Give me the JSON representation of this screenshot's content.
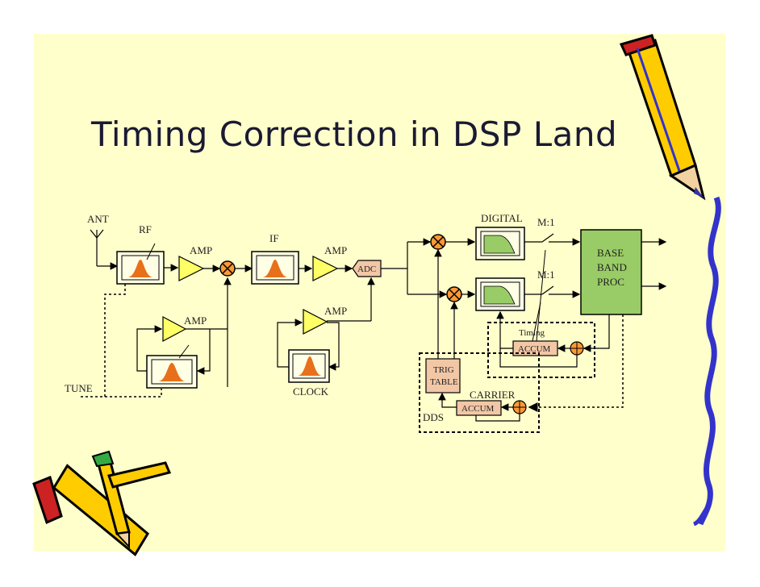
{
  "slide": {
    "title": "Timing Correction in DSP Land"
  },
  "diagram": {
    "ant": "ANT",
    "rf": "RF",
    "amp1": "AMP",
    "amp_loop": "AMP",
    "if": "IF",
    "amp2": "AMP",
    "amp_clock": "AMP",
    "adc": "ADC",
    "clock": "CLOCK",
    "tune": "TUNE",
    "digital": "DIGITAL",
    "m1_top": "M:1",
    "m1_bottom": "M:1",
    "baseband_line1": "BASE",
    "baseband_line2": "BAND",
    "baseband_line3": "PROC",
    "timing": "Timing",
    "accum_timing": "ACCUM",
    "trig_line1": "TRIG",
    "trig_line2": "TABLE",
    "carrier": "CARRIER",
    "accum_carrier": "ACCUM",
    "dds": "DDS"
  },
  "colors": {
    "slide_bg": "#ffffcc",
    "filter_shape": "#e8701a",
    "digital_filter": "#99cc66",
    "amp_fill": "#ffff66",
    "mixer_fill": "#ff9933",
    "block_fill": "#f2c7a6",
    "baseband_fill": "#99cc66",
    "pencil_yellow": "#ffcc00",
    "pencil_border_blue": "#3333cc"
  }
}
